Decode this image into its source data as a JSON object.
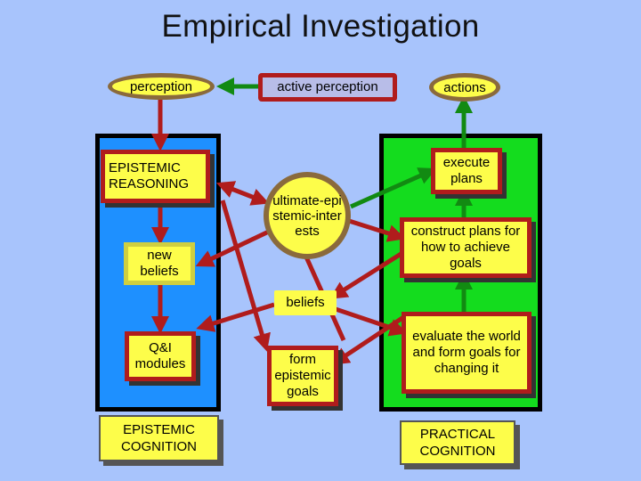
{
  "title": "Empirical Investigation",
  "nodes": {
    "perception": "perception",
    "active_perception": "active perception",
    "actions": "actions",
    "epistemic_reasoning": "EPISTEMIC REASONING",
    "new_beliefs": "new beliefs",
    "qi_modules": "Q&I modules",
    "epistemic_cognition": "EPISTEMIC COGNITION",
    "ultimate_epistemic_interests": "ultimate-epistemic-interests",
    "beliefs": "beliefs",
    "form_epistemic_goals": "form epistemic goals",
    "execute_plans": "execute plans",
    "construct_plans": "construct plans for how to achieve goals",
    "evaluate_world": "evaluate the world and form goals for changing it",
    "practical_cognition": "PRACTICAL COGNITION"
  },
  "colors": {
    "background": "#a8c4fc",
    "epistemic_panel": "#1e90ff",
    "practical_panel": "#14dc1e",
    "node_fill": "#fdfd4a",
    "node_border": "#b01c1c",
    "arrow_red": "#b01c1c",
    "arrow_green": "#128a12"
  }
}
